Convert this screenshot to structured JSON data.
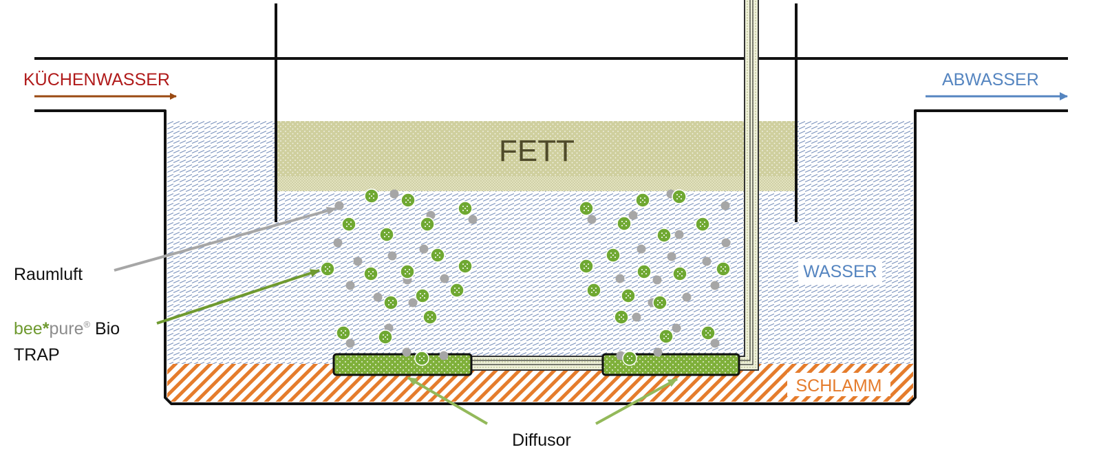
{
  "labels": {
    "inlet": "KÜCHENWASSER",
    "outlet": "ABWASSER",
    "fat": "FETT",
    "water": "WASSER",
    "sludge": "SCHLAMM",
    "room_air": "Raumluft",
    "diffuser": "Diffusor",
    "product": {
      "part1": "bee",
      "star": "*",
      "part2": "pure",
      "reg": "®",
      "part3": " Bio",
      "line2": "TRAP"
    }
  },
  "colors": {
    "inlet_arrow": "#9a4a12",
    "outlet_arrow": "#5585c0",
    "fat_layer": "#cfcf9e",
    "water_hatch": "#7b93bd",
    "sludge_hatch": "#e57c2c",
    "diffuser": "#7fb03a",
    "bacteria_bubble": "#6fa832",
    "air_bubble": "#a6a6a6",
    "pointer_grey": "#a6a6a6",
    "pointer_green": "#6f9a30",
    "pointer_light_green": "#93b95a"
  },
  "icons": {
    "bacteria": "green-bacteria-bubble-icon",
    "air": "grey-air-bubble-icon"
  }
}
